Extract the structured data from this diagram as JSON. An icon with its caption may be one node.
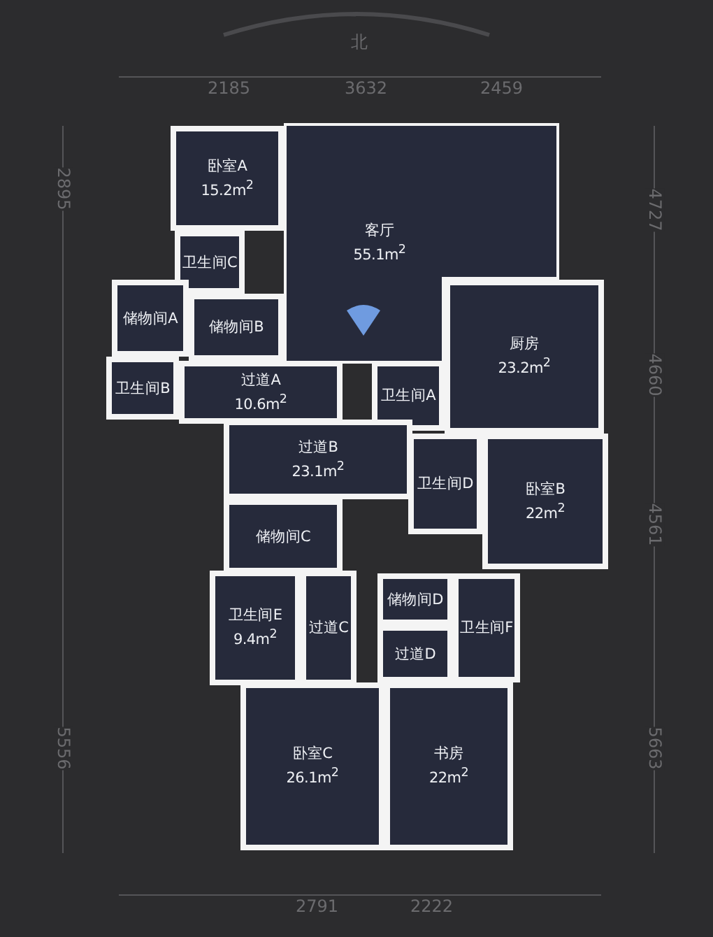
{
  "diagram": {
    "nodes": [
      {
        "text": [
          "卧室A",
          "15.2m$^{2}$"
        ]
      },
      {
        "text": [
          "客厅",
          "55.1m$^{2}$"
        ]
      },
      {
        "text": [
          "卫生间C"
        ]
      },
      {
        "text": [
          "储物间A"
        ]
      },
      {
        "text": [
          "储物间B"
        ]
      },
      {
        "text": [
          "卫生间B"
        ]
      },
      {
        "text": [
          "过道A",
          "10.6m$^{2}$"
        ]
      },
      {
        "text": [
          "卫生间A"
        ]
      },
      {
        "text": [
          "厨房",
          "23.2m$^{2}$"
        ]
      },
      {
        "text": [
          "过道B",
          "23.1m$^{2}$"
        ]
      },
      {
        "text": [
          "卫生间D"
        ]
      },
      {
        "text": [
          "卧室B",
          "22m$^{2}$"
        ]
      },
      {
        "text": [
          "储物间C"
        ]
      },
      {
        "text": [
          "卫生间E",
          "9.4m$^{2}$"
        ]
      },
      {
        "text": [
          "过道C"
        ]
      },
      {
        "text": [
          "储物间D"
        ]
      },
      {
        "text": [
          "卫生间F"
        ]
      },
      {
        "text": [
          "过道D"
        ]
      },
      {
        "text": [
          "卧室C",
          "26.1m$^{2}$"
        ]
      },
      {
        "text": [
          "书房",
          "22m$^{2}$"
        ]
      }
    ],
    "labels": [
      "北",
      "2185",
      "3632",
      "2459",
      "2895",
      "4727",
      "4660",
      "4561",
      "5556",
      "5663",
      "2791",
      "2222"
    ]
  }
}
